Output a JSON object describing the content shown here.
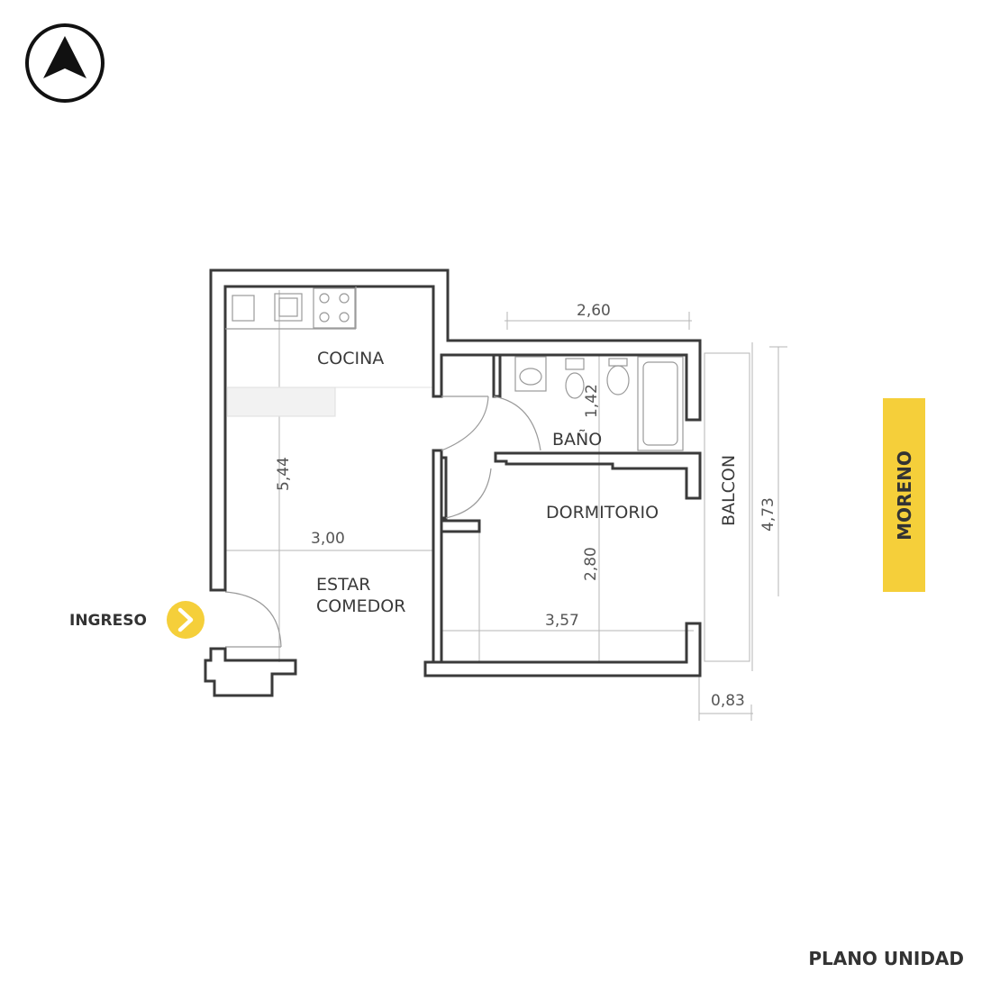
{
  "rooms": {
    "cocina": "COCINA",
    "bano": "BAÑO",
    "dormitorio": "DORMITORIO",
    "estar_line1": "ESTAR",
    "estar_line2": "COMEDOR",
    "balcon": "BALCON"
  },
  "dimensions": {
    "bano_width": "2,60",
    "bano_depth": "1,42",
    "kitchen_height": "5,44",
    "living_width": "3,00",
    "bedroom_depth": "2,80",
    "bedroom_width": "3,57",
    "total_height": "4,73",
    "balcon_width": "0,83"
  },
  "entrance": {
    "label": "INGRESO",
    "icon": "chevron-right-icon"
  },
  "street": {
    "label": "MORENO",
    "color": "#f5cf3a"
  },
  "footer": {
    "label": "PLANO UNIDAD"
  },
  "compass": {
    "icon": "north-arrow-icon"
  },
  "colors": {
    "accent": "#f5cf3a",
    "wall": "#3a3a3a",
    "fixture": "#9a9a9a",
    "dimline": "#b5b5b5"
  }
}
